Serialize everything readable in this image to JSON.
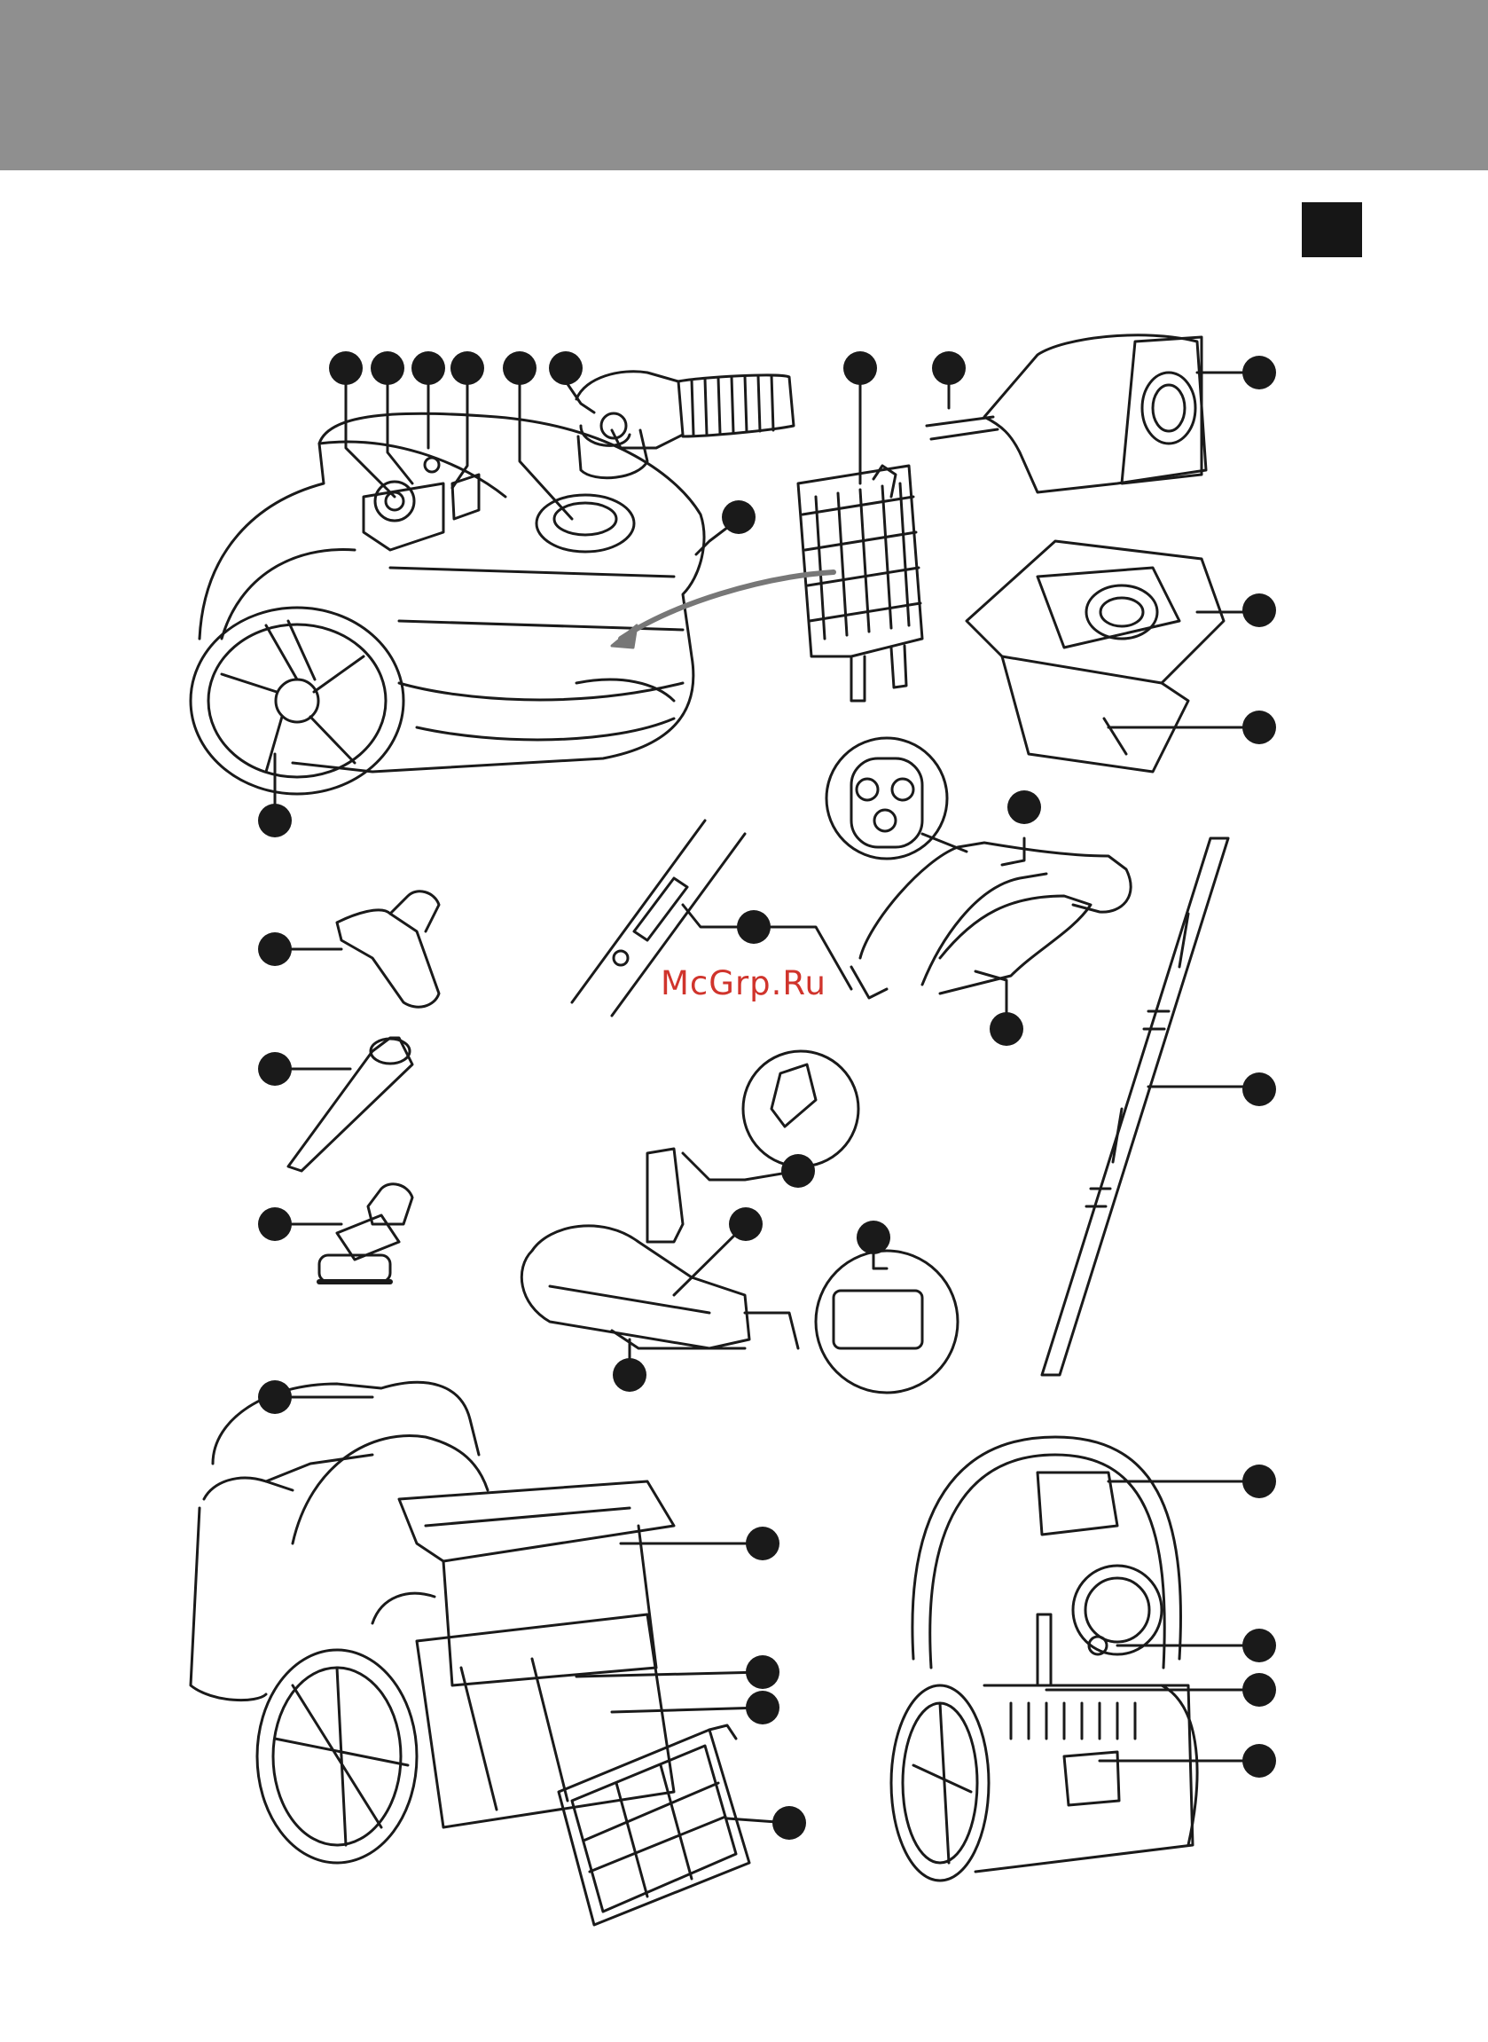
{
  "page": {
    "header_band_color": "#8f8f8f",
    "language_tab_color": "#161616",
    "callout_color": "#1a1a1a",
    "watermark": "McGrp.Ru",
    "watermark_color": "#d0342c"
  },
  "illustrations": [
    "vacuum-cleaner-front",
    "hose-swivel-connector",
    "bag-holder",
    "dust-bag",
    "bag-compartment",
    "handle-with-controls",
    "telescopic-tube",
    "small-nozzle",
    "crevice-tool",
    "dusting-brush",
    "floor-nozzle",
    "vacuum-cleaner-rear",
    "vacuum-cleaner-upright",
    "exhaust-filter"
  ]
}
